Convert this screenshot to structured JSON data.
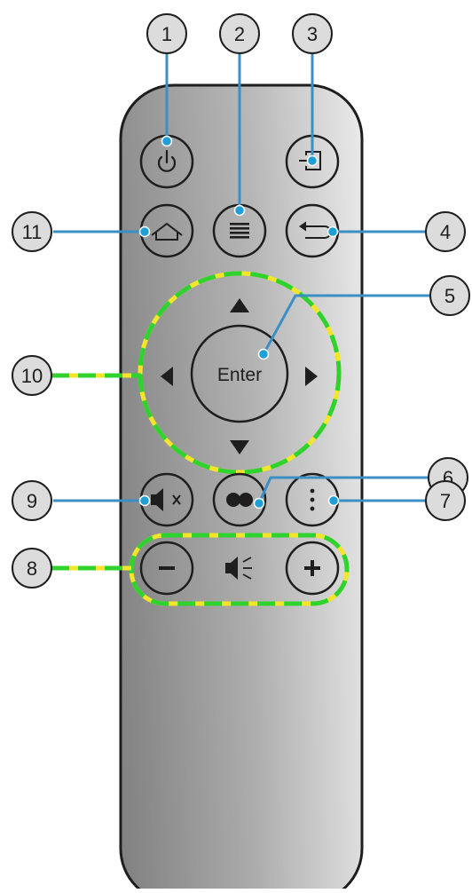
{
  "colors": {
    "body_light": "#e6e6e6",
    "body_dark": "#7d7d7d",
    "outline": "#1e1e1e",
    "callout_line": "#3b8fc4",
    "callout_dot": "#1f9fd8",
    "callout_fill": "#dcdcdc",
    "highlight_green": "#2fd22f",
    "highlight_yellow": "#f3e62a"
  },
  "callouts": [
    {
      "id": "1",
      "label": "1",
      "target": "power-button"
    },
    {
      "id": "2",
      "label": "2",
      "target": "menu-button"
    },
    {
      "id": "3",
      "label": "3",
      "target": "source-button"
    },
    {
      "id": "4",
      "label": "4",
      "target": "back-button"
    },
    {
      "id": "5",
      "label": "5",
      "target": "enter-button"
    },
    {
      "id": "6",
      "label": "6",
      "target": "mode-button"
    },
    {
      "id": "7",
      "label": "7",
      "target": "more-button"
    },
    {
      "id": "8",
      "label": "8",
      "target": "volume-group"
    },
    {
      "id": "9",
      "label": "9",
      "target": "mute-button"
    },
    {
      "id": "10",
      "label": "10",
      "target": "direction-pad"
    },
    {
      "id": "11",
      "label": "11",
      "target": "home-button"
    }
  ],
  "buttons": {
    "power": {
      "icon": "power-icon"
    },
    "menu": {
      "icon": "menu-icon"
    },
    "source": {
      "icon": "source-input-icon"
    },
    "home": {
      "icon": "home-icon"
    },
    "back": {
      "icon": "back-arrow-icon"
    },
    "enter": {
      "label": "Enter"
    },
    "up": {
      "icon": "arrow-up-icon"
    },
    "down": {
      "icon": "arrow-down-icon"
    },
    "left": {
      "icon": "arrow-left-icon"
    },
    "right": {
      "icon": "arrow-right-icon"
    },
    "mute": {
      "icon": "mute-icon"
    },
    "mode": {
      "icon": "mode-icon"
    },
    "more": {
      "icon": "more-vertical-icon"
    },
    "vol_down": {
      "icon": "minus-icon"
    },
    "vol_label": {
      "icon": "volume-icon"
    },
    "vol_up": {
      "icon": "plus-icon"
    }
  }
}
